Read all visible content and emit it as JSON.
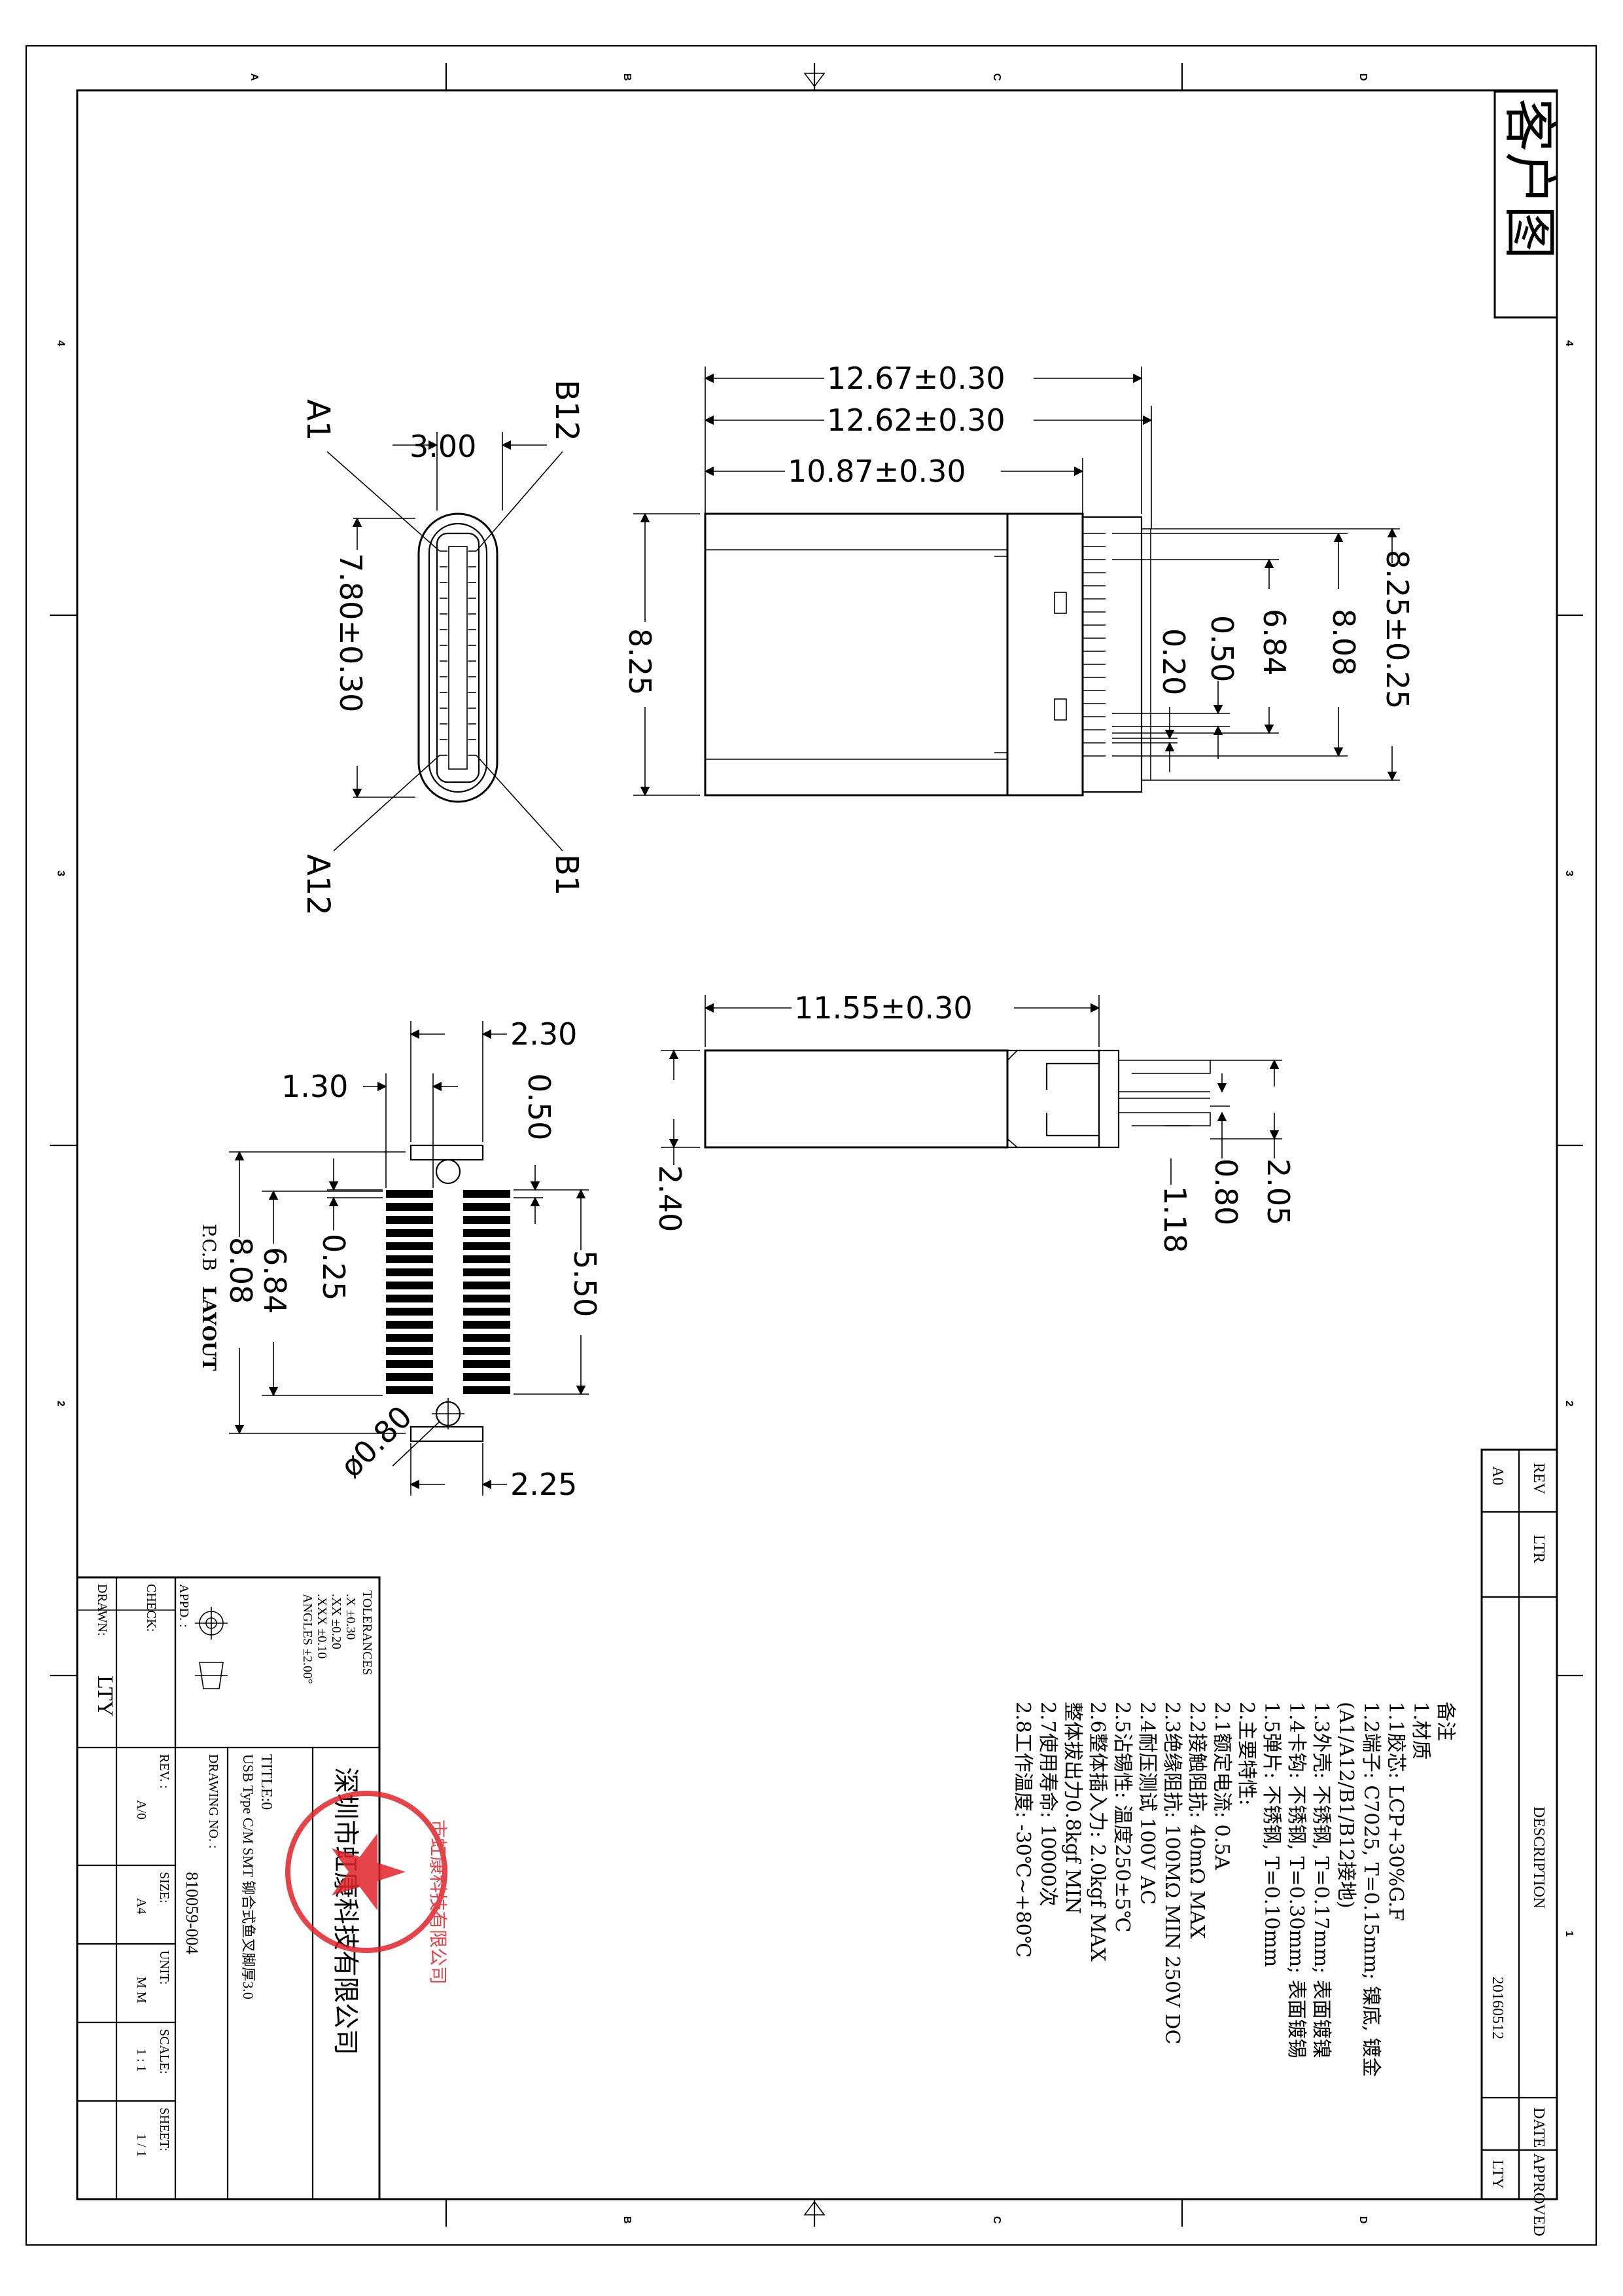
{
  "drawing": {
    "stamp_title": "客户图",
    "grid_letters": [
      "A",
      "B",
      "C",
      "D"
    ],
    "grid_numbers": [
      "4",
      "3",
      "2",
      "1"
    ]
  },
  "front_view": {
    "pin_a1": "A1",
    "pin_b12": "B12",
    "pin_a12": "A12",
    "pin_b1": "B1",
    "dim_width": "3.00",
    "dim_length": "7.80±0.30"
  },
  "side_view": {
    "dim_1": "12.67±0.30",
    "dim_2": "12.62±0.30",
    "dim_3": "10.87±0.30",
    "dim_left": "8.25",
    "dim_r1": "0.20",
    "dim_r2": "0.50",
    "dim_r3": "6.84",
    "dim_r4": "8.08",
    "dim_r5": "8.25±0.25"
  },
  "bottom_view": {
    "dim_length": "11.55±0.30",
    "dim_height": "2.40",
    "dim_a": "2.05",
    "dim_b": "0.80",
    "dim_c": "1.18"
  },
  "pcb_layout": {
    "dim_top": "2.30",
    "dim_130": "1.30",
    "dim_050": "0.50",
    "dim_025": "0.25",
    "dim_550": "5.50",
    "dim_684": "6.84",
    "dim_808": "8.08",
    "dim_hole": "ø0.80",
    "dim_bottom": "2.25",
    "label_pcb": "P.C.B",
    "label_layout": "LAYOUT"
  },
  "revision_block": {
    "rev_header": "REV",
    "ltr_header": "LTR",
    "desc_header": "DESCRIPTION",
    "date_header": "DATE",
    "approved_header": "APPROVED",
    "rev": "A0",
    "date": "20160512",
    "approved": "LTY"
  },
  "notes": [
    "备注",
    "1.材质",
    "1.1胶芯: LCP+30%G.F",
    "1.2端子: C7025, T=0.15mm; 镍底, 镀金",
    "    (A1/A12/B1/B12接地)",
    "1.3外壳: 不锈钢, T=0.17mm; 表面镀镍",
    "1.4卡钩: 不锈钢, T=0.30mm; 表面镀锡",
    "1.5弹片: 不锈钢, T=0.10mm",
    "2.主要特性:",
    "2.1额定电流: 0.5A",
    "2.2接触阻抗: 40mΩ MAX",
    "2.3绝缘阻抗: 100MΩ MIN 250V DC",
    "2.4耐压测试 100V AC",
    "2.5沾锡性: 温度250±5℃",
    "2.6整体插入力: 2.0kgf MAX",
    "    整体拔出力0.8kgf MIN",
    "2.7使用寿命: 10000次",
    "2.8工作温度: -30℃~+80℃"
  ],
  "title_block": {
    "tolerances_header": "TOLERANCES",
    "tol_x": ".X     ±0.30",
    "tol_xx": ".XX    ±0.20",
    "tol_xxx": ".XXX   ±0.10",
    "tol_angles": "ANGLES  ±2.00°",
    "appd_label": "APPD. :",
    "check_label": "CHECK:",
    "drawn_label": "DRAWN:",
    "drawn_value": "LTY",
    "company": "深圳市虹康科技有限公司",
    "title_label": "TITLE:0",
    "title_value": "USB Type C/M SMT 铆合式鱼叉脚厚3.0",
    "drawing_no_label": "DRAWING NO. :",
    "drawing_no": "810059-004",
    "rev_label": "REV. :",
    "rev_value": "A/0",
    "size_label": "SIZE:",
    "size_value": "A4",
    "unit_label": "UNIT:",
    "unit_value": "M M",
    "scale_label": "SCALE:",
    "scale_value": "1 : 1",
    "sheet_label": "SHEET:",
    "sheet_value": "1 / 1",
    "seal_text": "市虹康科技有限公司"
  },
  "colors": {
    "ink": "#000000",
    "seal": "#e0242a"
  }
}
